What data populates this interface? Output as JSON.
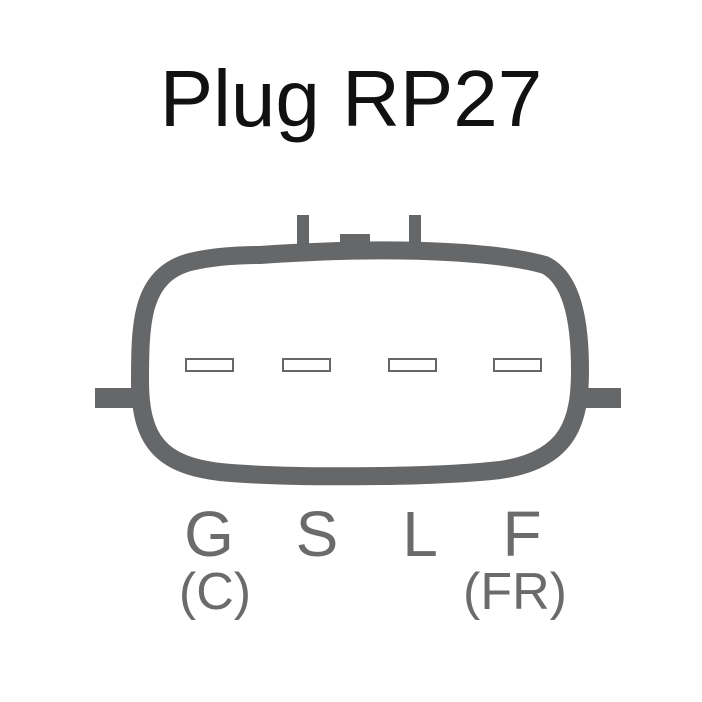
{
  "title": "Plug RP27",
  "pins": [
    {
      "label": "G",
      "sublabel": "(C)"
    },
    {
      "label": "S",
      "sublabel": ""
    },
    {
      "label": "L",
      "sublabel": ""
    },
    {
      "label": "F",
      "sublabel": "(FR)"
    }
  ],
  "colors": {
    "title": "#111111",
    "outline": "#666769",
    "labels": "#6b6b6b",
    "background": "#ffffff"
  }
}
